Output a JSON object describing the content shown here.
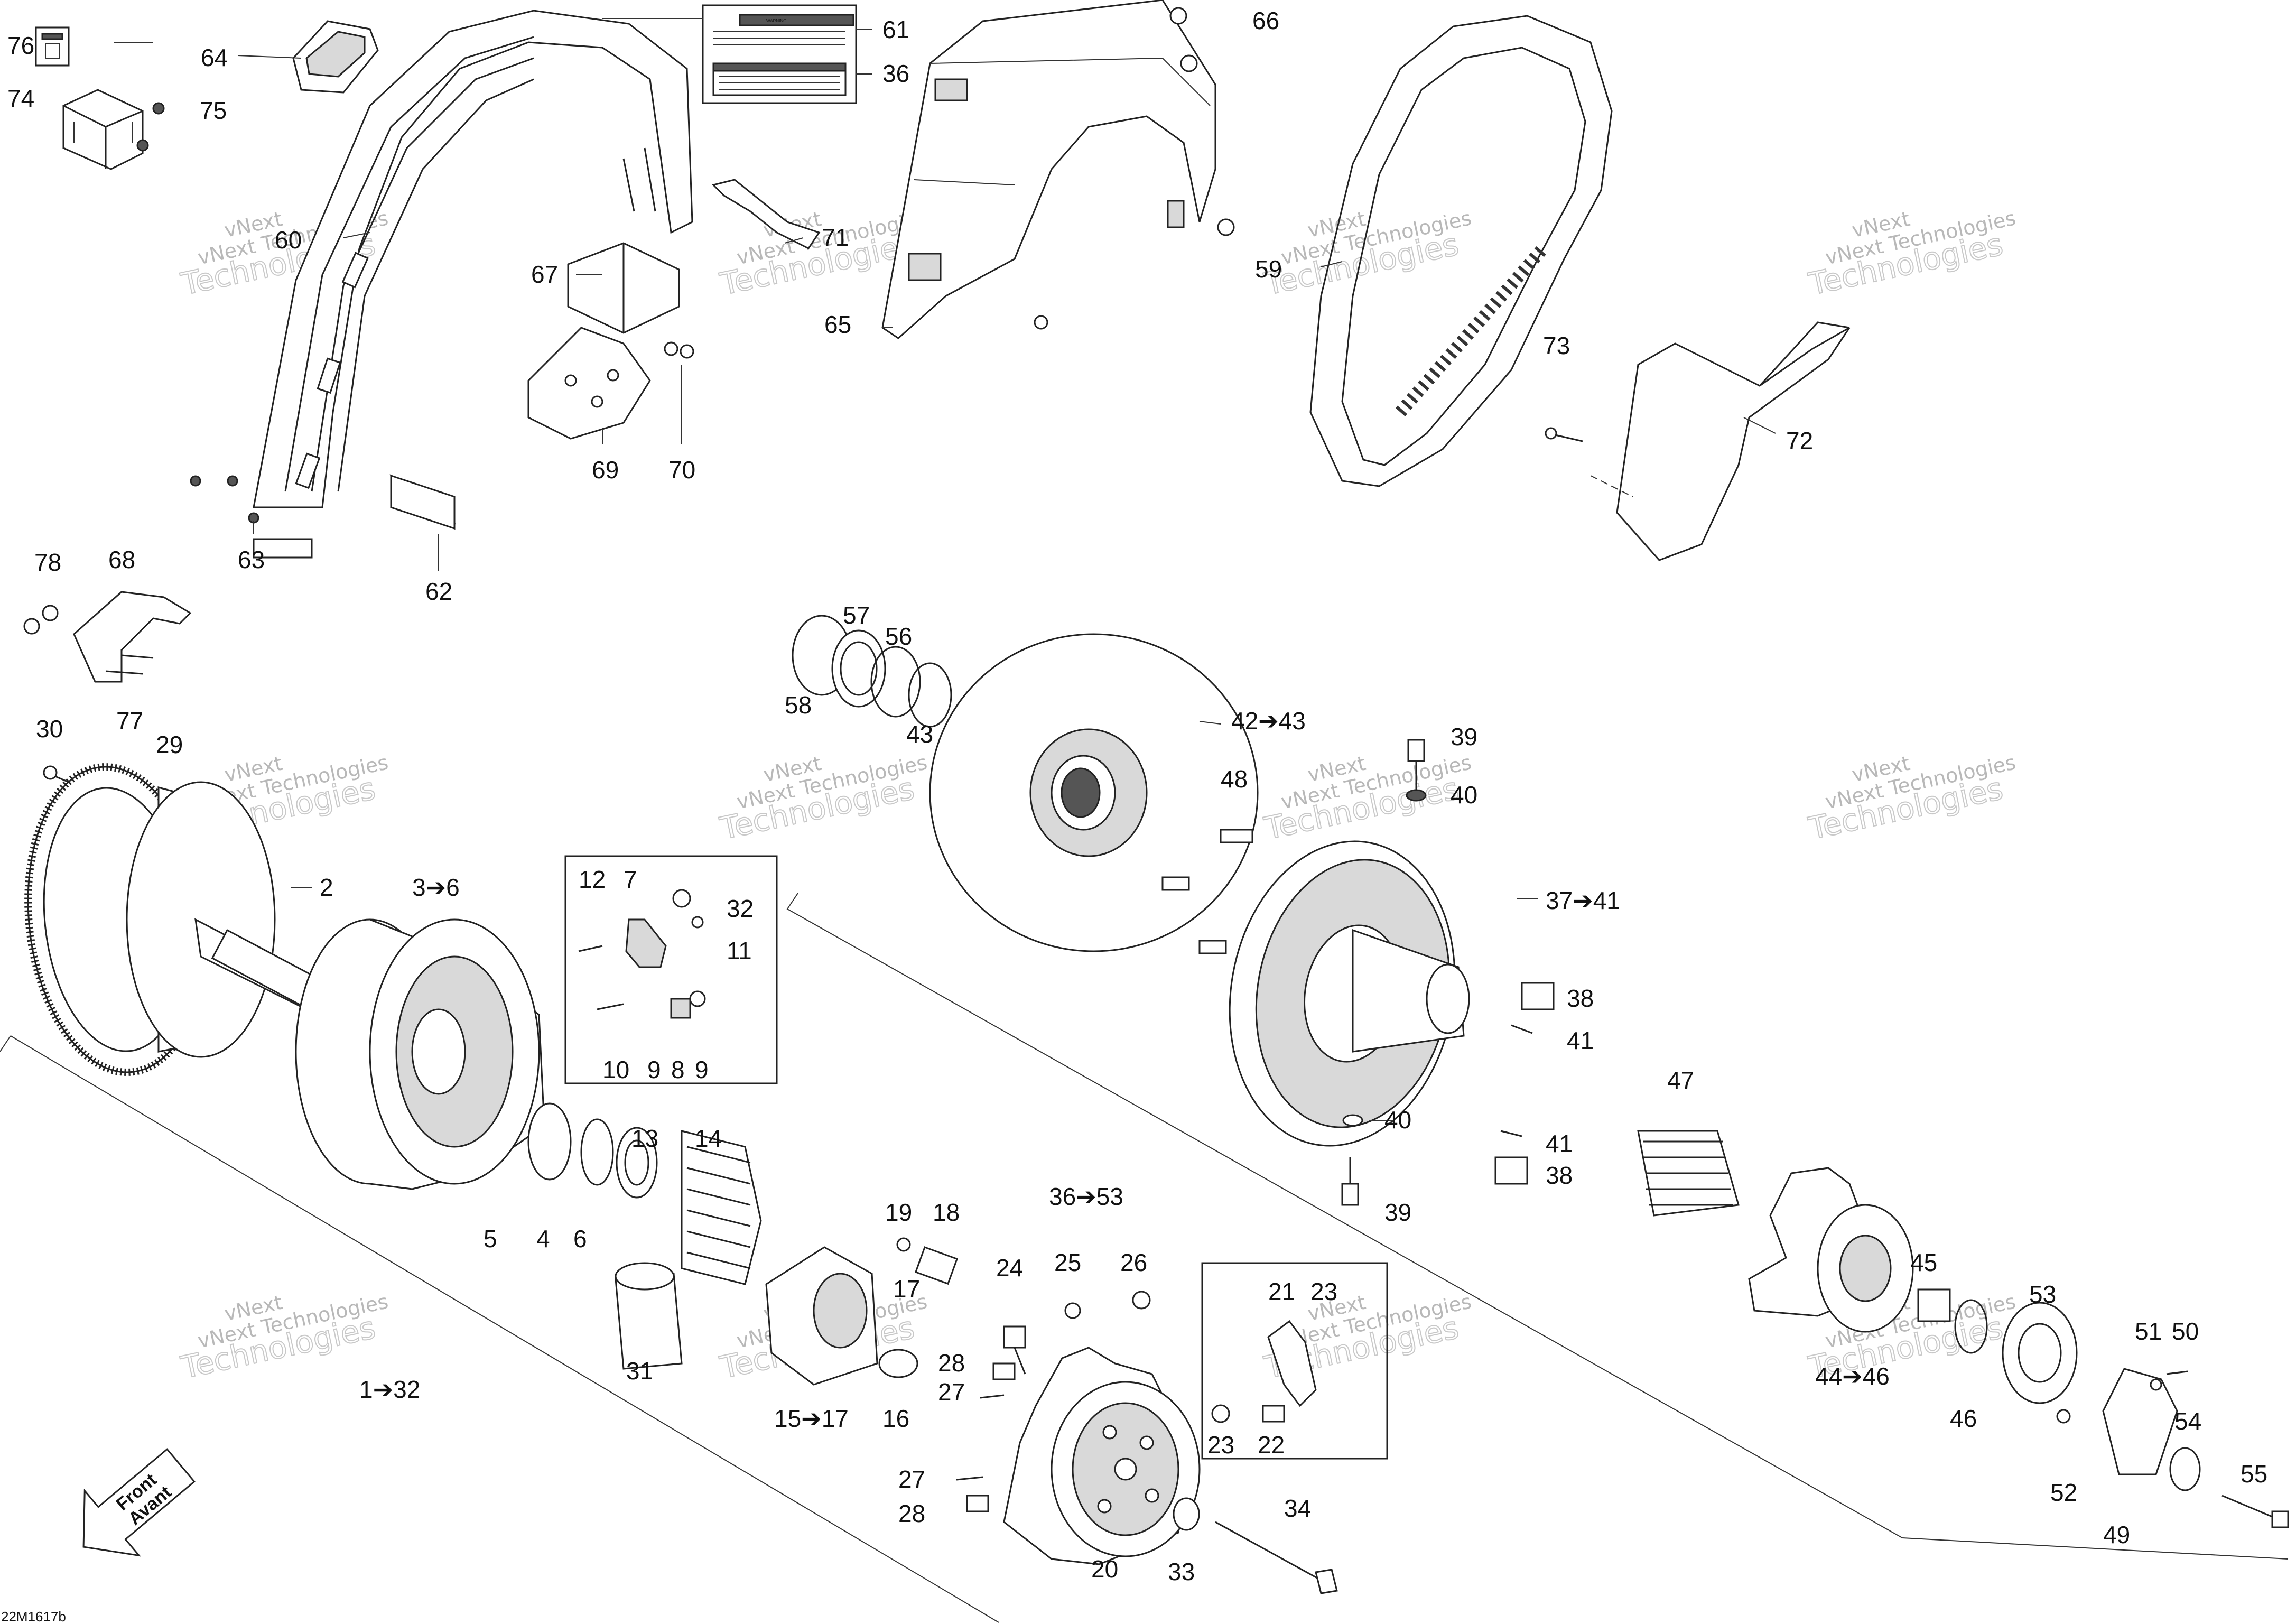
{
  "diagram_code": "22M1617b",
  "watermark": {
    "line1": "vNext",
    "line2": "vNext Technologies",
    "line3": "Technologies"
  },
  "decals": {
    "warning_title": "WARNING"
  },
  "front_arrow": {
    "en": "Front",
    "fr": "Avant"
  },
  "callouts": {
    "c76": "76",
    "c64": "64",
    "c61": "61",
    "c36a": "36",
    "c66": "66",
    "c74": "74",
    "c75": "75",
    "c71": "71",
    "c60": "60",
    "c59": "59",
    "c67": "67",
    "c65": "65",
    "c73": "73",
    "c72": "72",
    "c69": "69",
    "c70": "70",
    "c63": "63",
    "c62": "62",
    "c78": "78",
    "c68": "68",
    "c77": "77",
    "c57": "57",
    "c56": "56",
    "c58": "58",
    "c43": "43",
    "c42r": "42➔43",
    "c39a": "39",
    "c30": "30",
    "c29": "29",
    "c40a": "40",
    "c48": "48",
    "c2": "2",
    "c3r": "3➔6",
    "c12": "12",
    "c7": "7",
    "c32": "32",
    "c11": "11",
    "c37r": "37➔41",
    "c38a": "38",
    "c41a": "41",
    "c10": "10",
    "c9a": "9",
    "c8": "8",
    "c9b": "9",
    "c47": "47",
    "c13": "13",
    "c14": "14",
    "c40b": "40",
    "c41b": "41",
    "c38b": "38",
    "c36r": "36➔53",
    "c39b": "39",
    "c5": "5",
    "c4": "4",
    "c6": "6",
    "c19": "19",
    "c18": "18",
    "c17": "17",
    "c24": "24",
    "c25": "25",
    "c26": "26",
    "c45": "45",
    "c21": "21",
    "c23a": "23",
    "c53": "53",
    "c31": "31",
    "c28a": "28",
    "c27a": "27",
    "c51": "51",
    "c50": "50",
    "c1r": "1➔32",
    "c15r": "15➔17",
    "c16": "16",
    "c44r": "44➔46",
    "c46": "46",
    "c23b": "23",
    "c22": "22",
    "c54": "54",
    "c27b": "27",
    "c28b": "28",
    "c52": "52",
    "c55": "55",
    "c34": "34",
    "c49": "49",
    "c20": "20",
    "c33": "33"
  },
  "colors": {
    "ink": "#222222",
    "watermark": "#b8b8b8",
    "background": "#ffffff"
  }
}
